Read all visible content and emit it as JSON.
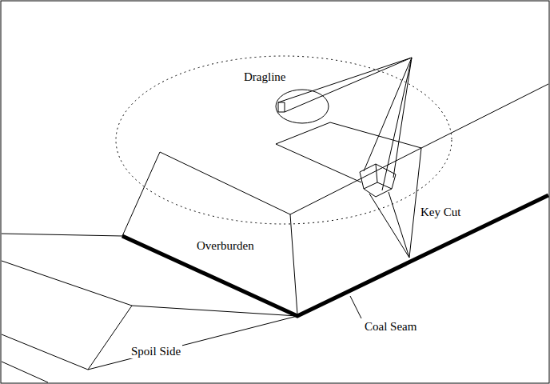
{
  "diagram": {
    "nodes": [
      {
        "text": [
          "Dragline"
        ]
      }
    ],
    "labels": [
      "Overburden",
      "Key Cut",
      "Spoil Side",
      "Coal Seam"
    ]
  }
}
